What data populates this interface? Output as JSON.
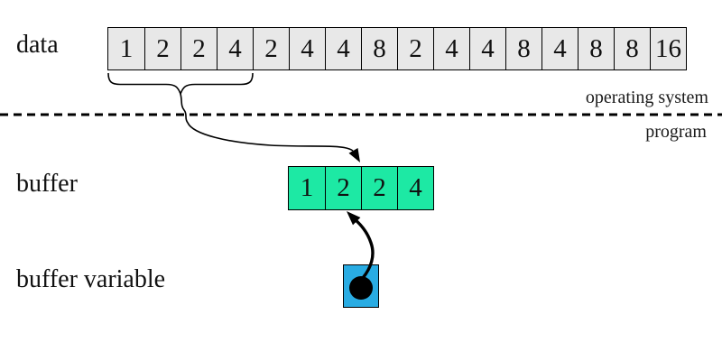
{
  "diagram": {
    "labels": {
      "data": "data",
      "buffer": "buffer",
      "buffer_variable": "buffer variable"
    },
    "boundary": {
      "above_label": "operating system",
      "below_label": "program"
    },
    "data_array": {
      "values": [
        "1",
        "2",
        "2",
        "4",
        "2",
        "4",
        "4",
        "8",
        "2",
        "4",
        "4",
        "8",
        "4",
        "8",
        "8",
        "16"
      ],
      "braced_count": 4
    },
    "buffer_array": {
      "values": [
        "1",
        "2",
        "2",
        "4"
      ]
    },
    "colors": {
      "data-cell": "#e8e8e8",
      "buffer-cell": "#1de9a4",
      "pointer-box": "#29ace3",
      "ink": "#000000"
    }
  }
}
